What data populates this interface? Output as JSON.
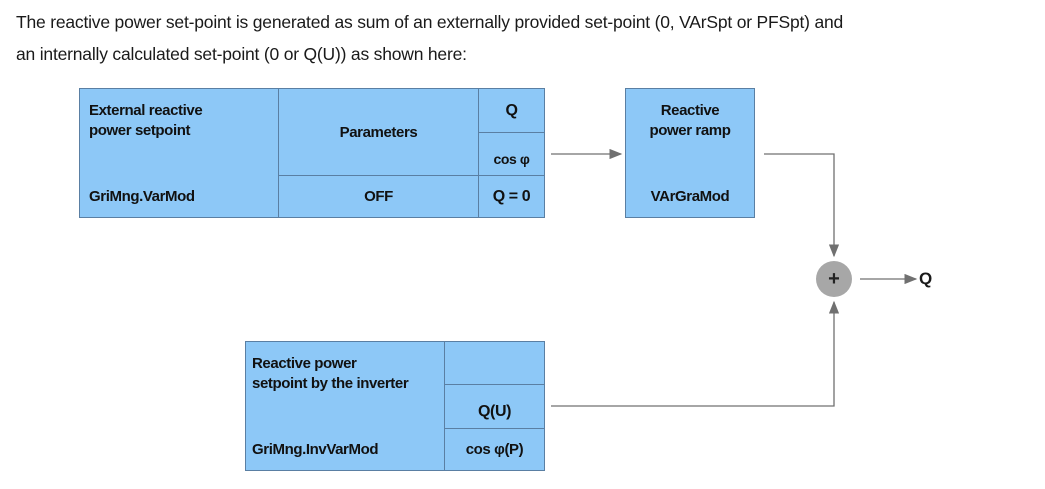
{
  "intro": {
    "line1": "The reactive power set-point is generated as sum of an externally provided set-point (0, VArSpt or PFSpt) and",
    "line2": "an internally calculated set-point (0 or Q(U)) as shown here:"
  },
  "external_block": {
    "title": "External reactive\npower setpoint",
    "parameter_name": "GriMng.VarMod",
    "parameters_header": "Parameters",
    "mode_value": "OFF",
    "out_q": "Q",
    "out_cos": "cos φ",
    "out_result": "Q = 0"
  },
  "ramp_block": {
    "title": "Reactive\npower ramp",
    "parameter_name": "VArGraMod"
  },
  "inverter_block": {
    "title": "Reactive power\nsetpoint by the inverter",
    "parameter_name": "GriMng.InvVarMod",
    "out_qu": "Q(U)",
    "out_cosp": "cos φ(P)"
  },
  "sum_node": {
    "symbol": "+"
  },
  "output": {
    "label": "Q"
  },
  "colors": {
    "block_fill": "#8dc8f7",
    "block_border": "#5a7fa3",
    "wire": "#707070",
    "sum_fill": "#a7a7a7"
  }
}
